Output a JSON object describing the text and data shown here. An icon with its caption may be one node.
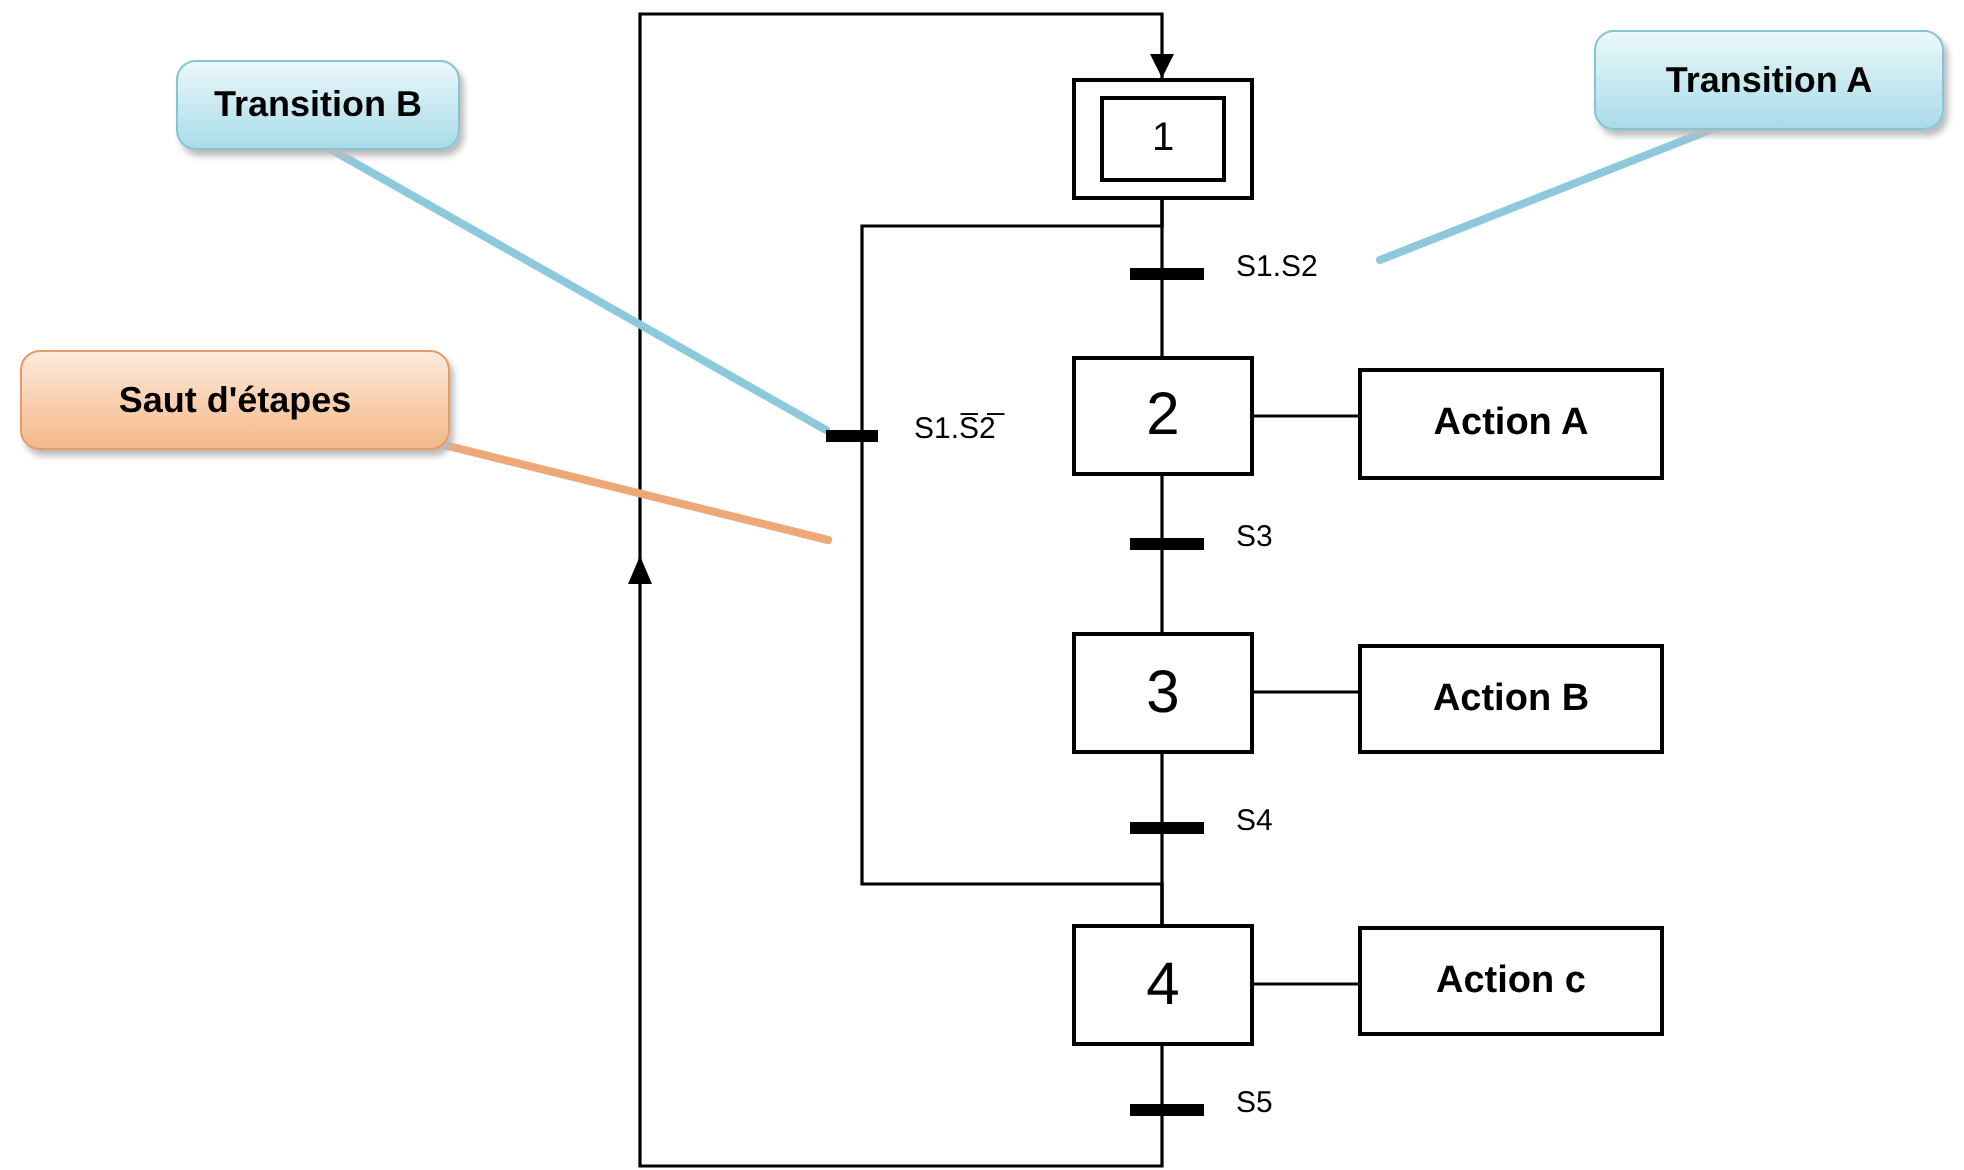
{
  "diagram": {
    "nodes": [
      {
        "text": [
          "Transition B"
        ]
      },
      {
        "text": [
          "Transition A"
        ]
      },
      {
        "text": [
          "1"
        ]
      },
      {
        "text": [
          "Saut d'étapes"
        ]
      },
      {
        "text": [],
        "shape": "bar",
        "beside": [
          "S1.S2"
        ]
      },
      {
        "text": [],
        "shape": "bar",
        "beside": [
          "S1.S̅2̅"
        ]
      },
      {
        "text": [
          "2"
        ]
      },
      {
        "text": [
          "Action A"
        ]
      },
      {
        "text": [],
        "shape": "bar",
        "beside": [
          "S3"
        ]
      },
      {
        "text": [
          "3"
        ]
      },
      {
        "text": [
          "Action B"
        ]
      },
      {
        "text": [],
        "shape": "bar",
        "beside": [
          "S4"
        ]
      },
      {
        "text": [
          "4"
        ]
      },
      {
        "text": [
          "Action c"
        ]
      },
      {
        "text": [],
        "shape": "bar",
        "beside": [
          "S5"
        ]
      }
    ],
    "edges": [
      {
        "from": 2,
        "to": 4,
        "arrow": "none"
      },
      {
        "from": 4,
        "to": 6,
        "arrow": "none"
      },
      {
        "from": 6,
        "to": 8,
        "arrow": "none"
      },
      {
        "from": 8,
        "to": 9,
        "arrow": "none"
      },
      {
        "from": 9,
        "to": 11,
        "arrow": "none"
      },
      {
        "from": 11,
        "to": 12,
        "arrow": "none"
      },
      {
        "from": 12,
        "to": 14,
        "arrow": "none"
      },
      {
        "from": 14,
        "to": 2,
        "arrow": "to"
      },
      {
        "from": 2,
        "to": 5,
        "arrow": "none"
      },
      {
        "from": 5,
        "to": 12,
        "arrow": "none"
      },
      {
        "from": 6,
        "to": 7,
        "arrow": "none"
      },
      {
        "from": 9,
        "to": 10,
        "arrow": "none"
      },
      {
        "from": 12,
        "to": 13,
        "arrow": "none"
      },
      {
        "from": 0,
        "to": 5,
        "arrow": "none",
        "style": "thick",
        "color": "#8cc9da"
      },
      {
        "from": 1,
        "to": 4,
        "arrow": "none",
        "style": "thick",
        "color": "#8cc9da"
      },
      {
        "from": 3,
        "to": null,
        "arrow": "none",
        "style": "thick",
        "color": "#eea878"
      }
    ]
  }
}
